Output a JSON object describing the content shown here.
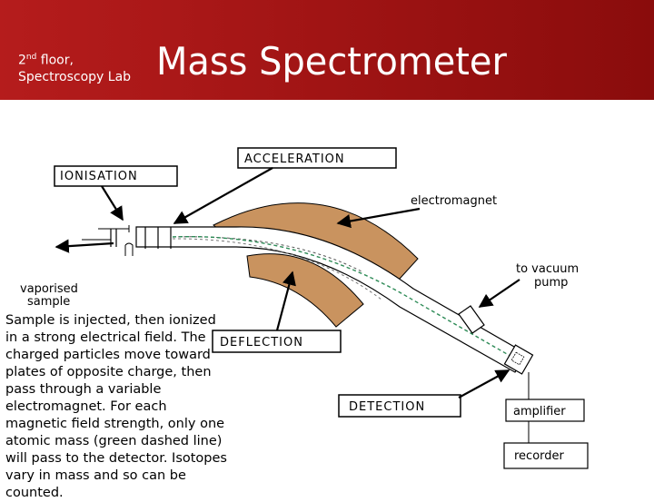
{
  "header": {
    "location_floor_ordinal": "2",
    "location_floor_suffix": "nd",
    "location_floor_rest": " floor,",
    "location_lab": "Spectroscopy Lab",
    "title": "Mass Spectrometer"
  },
  "diagram": {
    "labels": {
      "ionisation": "IONISATION",
      "acceleration": "ACCELERATION",
      "electromagnet": "electromagnet",
      "vacuum_line1": "to vacuum",
      "vacuum_line2": "pump",
      "sample_line1": "vaporised",
      "sample_line2": "sample",
      "deflection": "DEFLECTION",
      "detection": "DETECTION",
      "amplifier": "amplifier",
      "recorder": "recorder"
    },
    "colors": {
      "magnet": "#c9935f",
      "beam_dashed": "#2e8b57",
      "header": "#a01414"
    }
  },
  "description": "Sample is injected, then ionized in a strong electrical field. The charged particles move toward plates of opposite charge, then pass through a variable electromagnet. For each magnetic field strength, only one atomic mass (green dashed line) will pass to the detector. Isotopes vary in mass and so can be counted."
}
